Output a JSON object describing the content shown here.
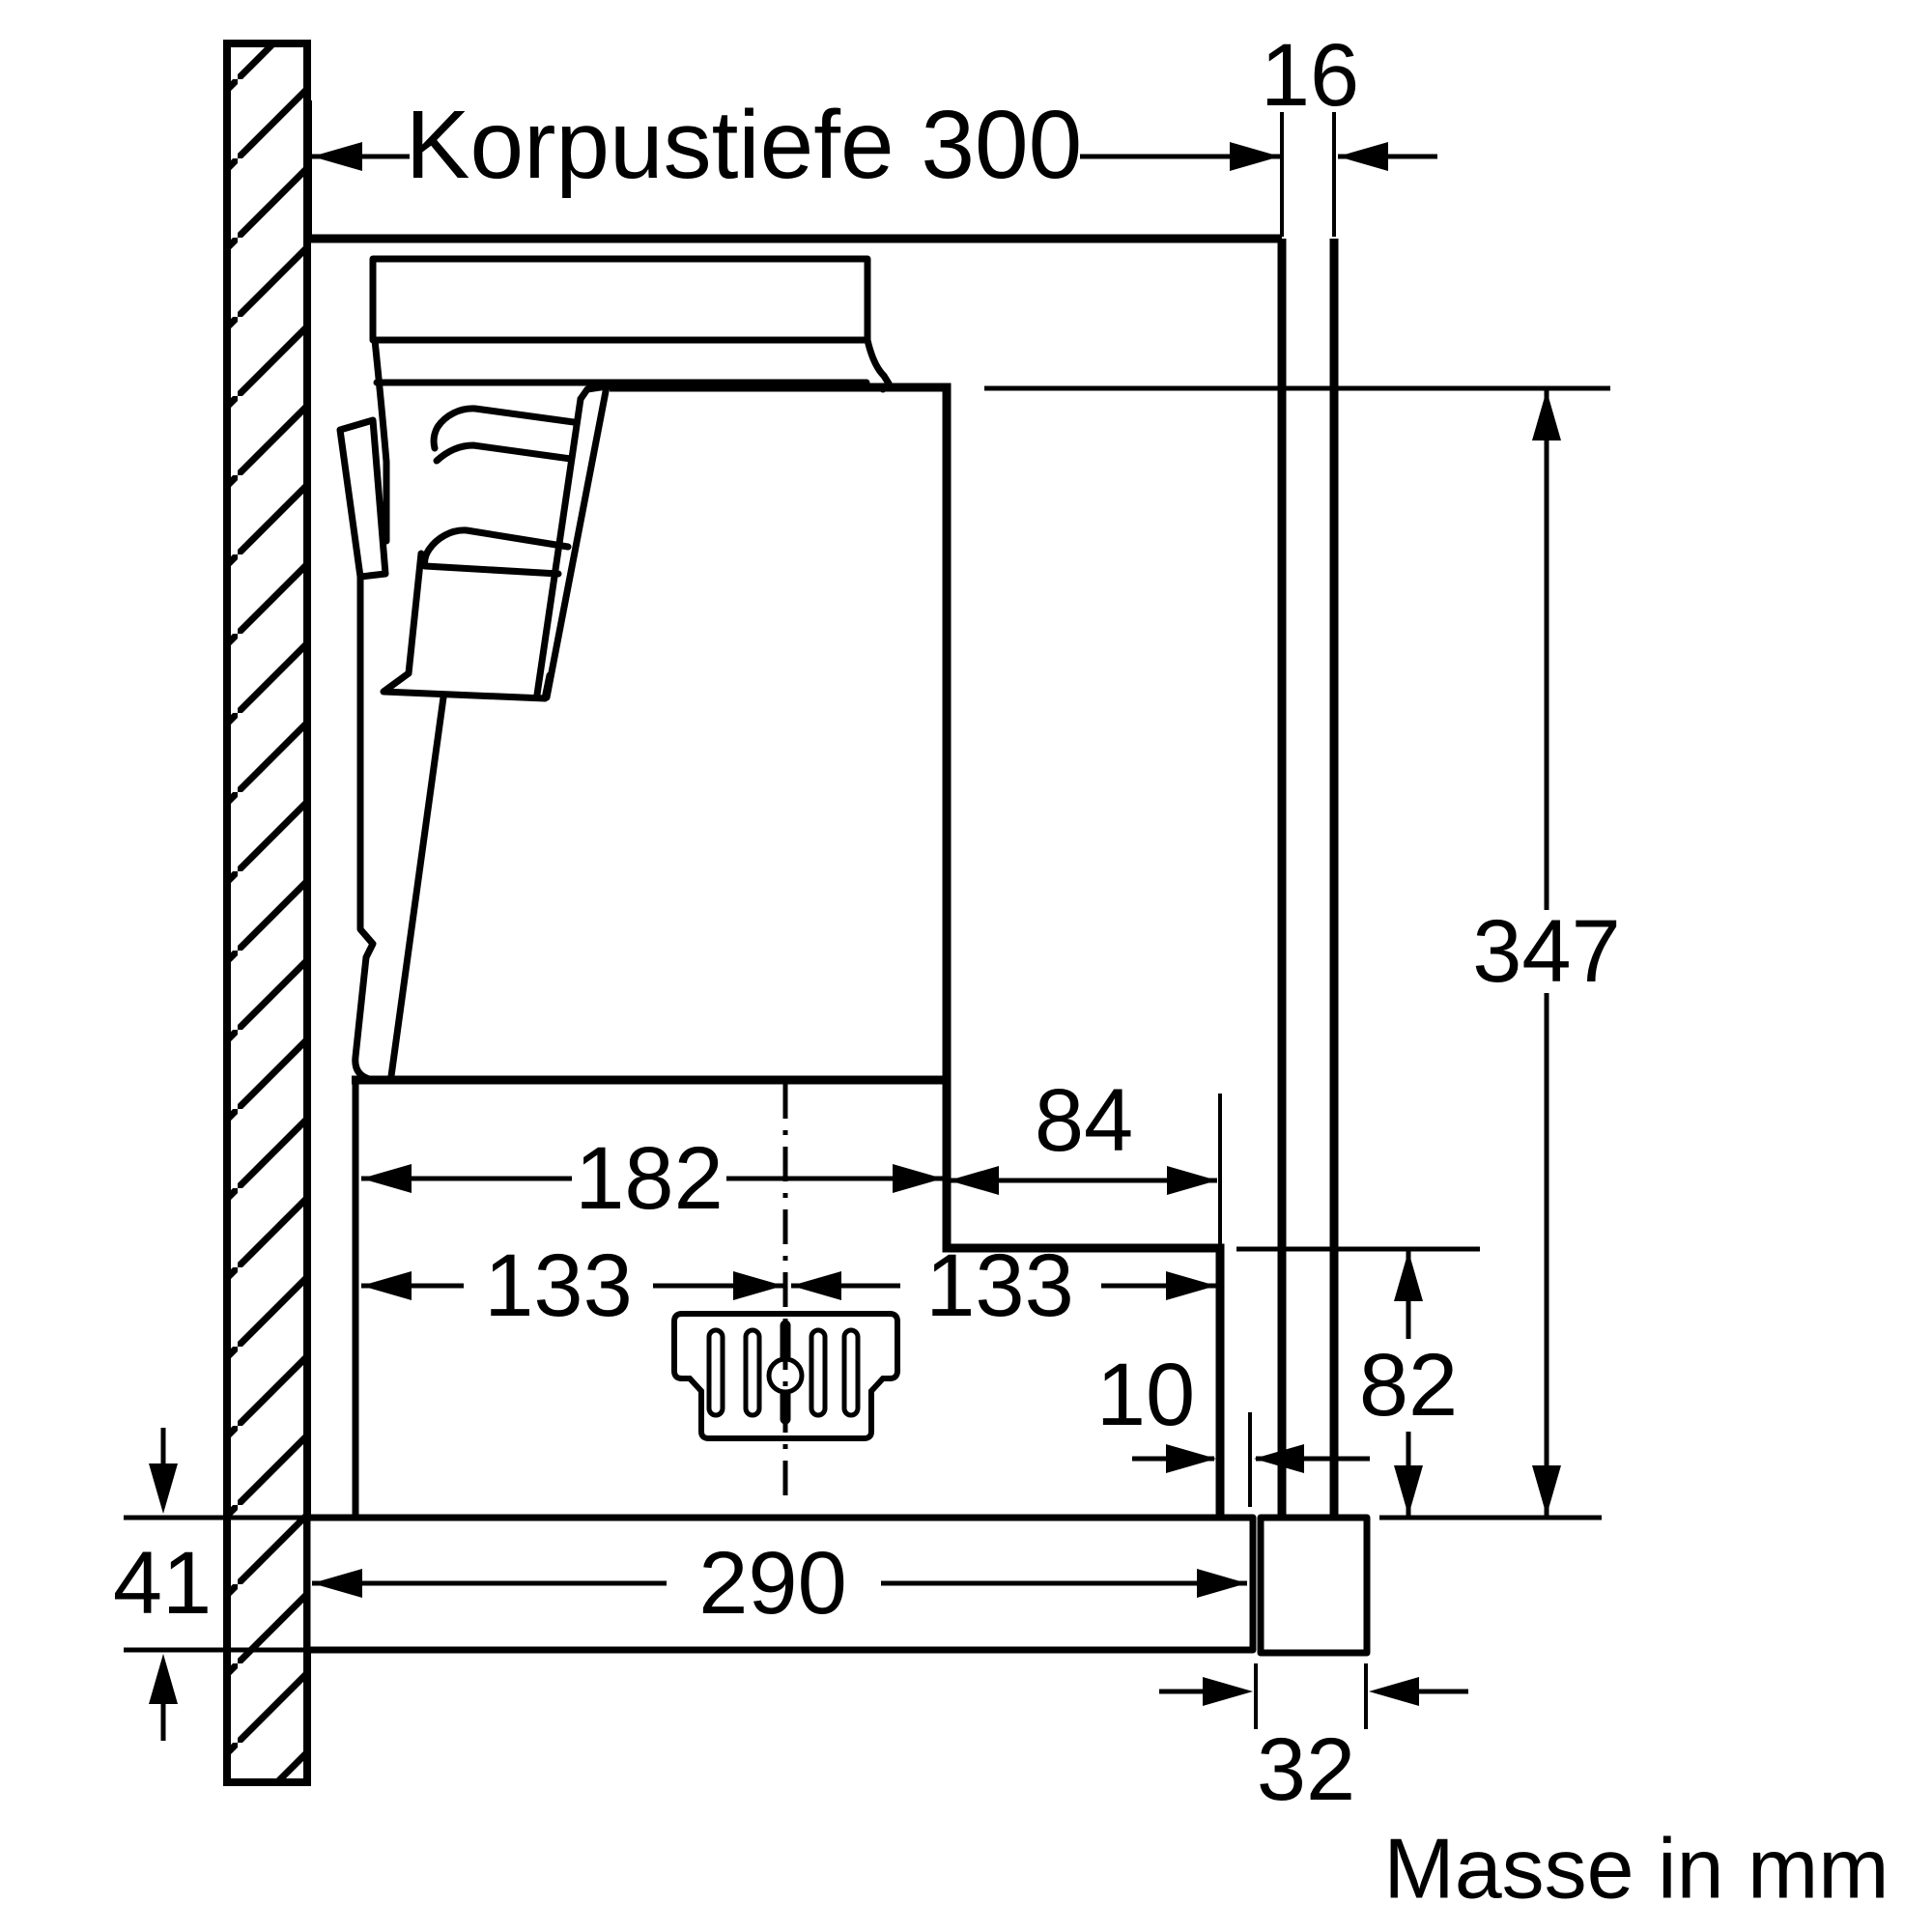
{
  "drawing": {
    "note": "Masse in mm",
    "dimensions": {
      "korpustiefe": "Korpustiefe 300",
      "panel_thickness": "16",
      "total_height": "347",
      "front_strip_height": "82",
      "rear_section_depth": "182",
      "front_section_depth": "84",
      "center_to_rear": "133",
      "center_to_front": "133",
      "front_setback": "10",
      "base_board_depth": "290",
      "base_board_thickness": "41",
      "front_rail_depth": "32"
    }
  }
}
